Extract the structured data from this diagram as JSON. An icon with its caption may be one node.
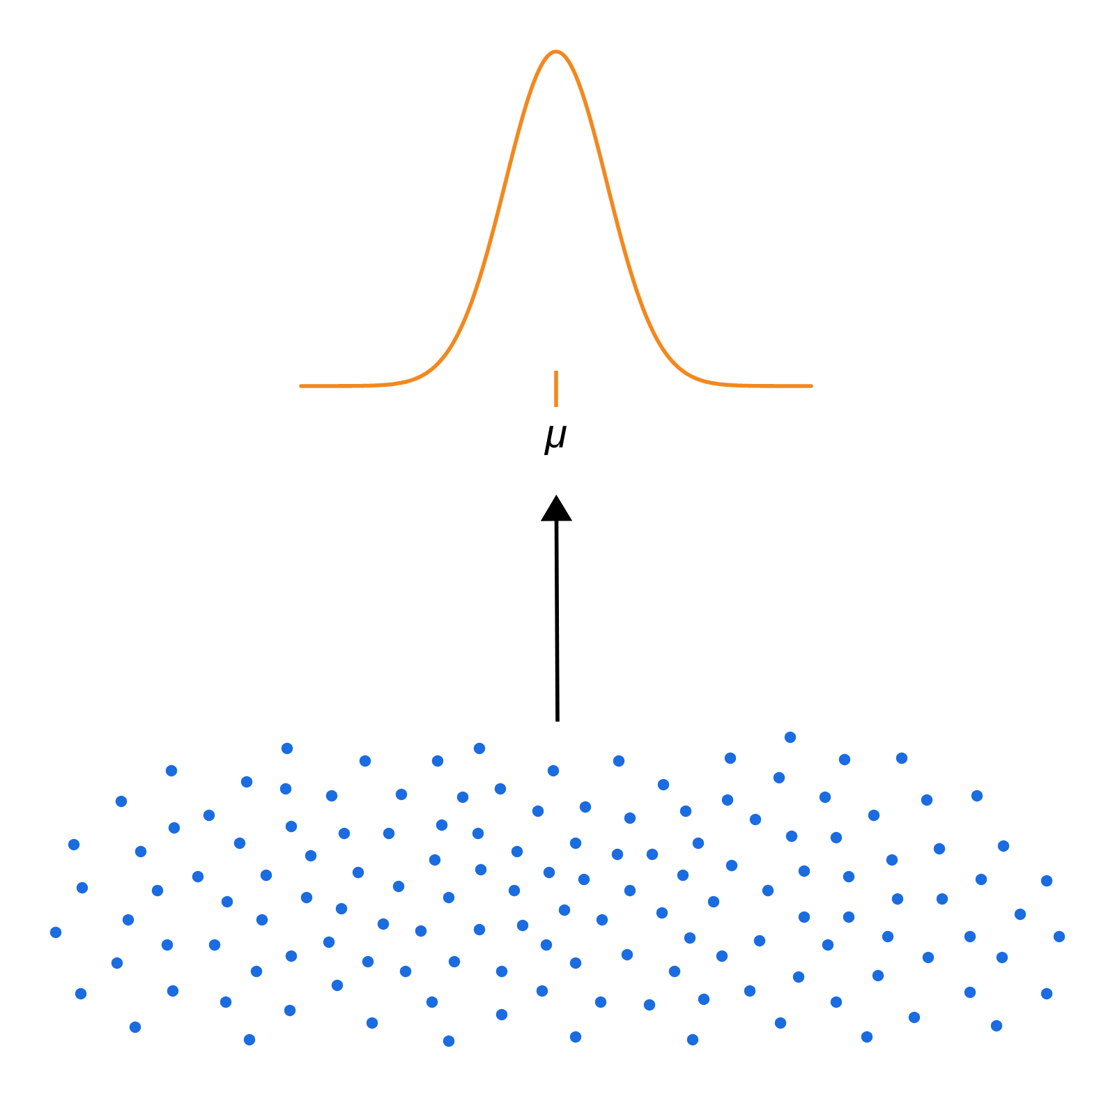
{
  "diagram": {
    "nodes": [
      {
        "text": [
          "μ"
        ]
      },
      {
        "text": [],
        "shape": "picture"
      }
    ],
    "edges": [
      {
        "from": 1,
        "to": 0,
        "arrow": "to"
      }
    ]
  }
}
